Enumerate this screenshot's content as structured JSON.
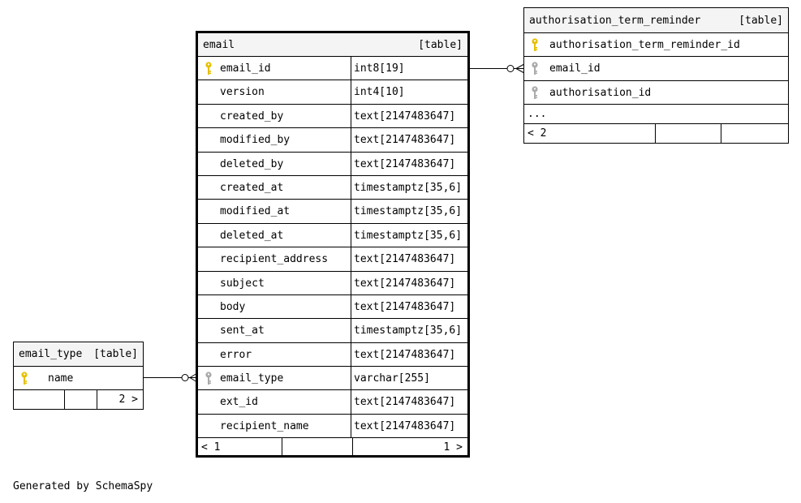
{
  "tables": {
    "email": {
      "name": "email",
      "kind": "[table]",
      "columns": [
        {
          "name": "email_id",
          "type": "int8[19]",
          "key": "primary"
        },
        {
          "name": "version",
          "type": "int4[10]",
          "key": "none"
        },
        {
          "name": "created_by",
          "type": "text[2147483647]",
          "key": "none"
        },
        {
          "name": "modified_by",
          "type": "text[2147483647]",
          "key": "none"
        },
        {
          "name": "deleted_by",
          "type": "text[2147483647]",
          "key": "none"
        },
        {
          "name": "created_at",
          "type": "timestamptz[35,6]",
          "key": "none"
        },
        {
          "name": "modified_at",
          "type": "timestamptz[35,6]",
          "key": "none"
        },
        {
          "name": "deleted_at",
          "type": "timestamptz[35,6]",
          "key": "none"
        },
        {
          "name": "recipient_address",
          "type": "text[2147483647]",
          "key": "none"
        },
        {
          "name": "subject",
          "type": "text[2147483647]",
          "key": "none"
        },
        {
          "name": "body",
          "type": "text[2147483647]",
          "key": "none"
        },
        {
          "name": "sent_at",
          "type": "timestamptz[35,6]",
          "key": "none"
        },
        {
          "name": "error",
          "type": "text[2147483647]",
          "key": "none"
        },
        {
          "name": "email_type",
          "type": "varchar[255]",
          "key": "foreign"
        },
        {
          "name": "ext_id",
          "type": "text[2147483647]",
          "key": "none"
        },
        {
          "name": "recipient_name",
          "type": "text[2147483647]",
          "key": "none"
        }
      ],
      "footer": {
        "parents": "< 1",
        "children": "1 >"
      }
    },
    "authorisation_term_reminder": {
      "name": "authorisation_term_reminder",
      "kind": "[table]",
      "columns": [
        {
          "name": "authorisation_term_reminder_id",
          "key": "primary"
        },
        {
          "name": "email_id",
          "key": "foreign"
        },
        {
          "name": "authorisation_id",
          "key": "foreign"
        }
      ],
      "more": "...",
      "footer": {
        "parents": "< 2"
      }
    },
    "email_type": {
      "name": "email_type",
      "kind": "[table]",
      "columns": [
        {
          "name": "name",
          "key": "primary"
        }
      ],
      "footer": {
        "children": "2 >"
      }
    }
  },
  "colors": {
    "primary_key": "#e6c000",
    "foreign_key": "#aaaaaa",
    "header_bg": "#f4f4f4"
  },
  "generated_by": "Generated by SchemaSpy"
}
